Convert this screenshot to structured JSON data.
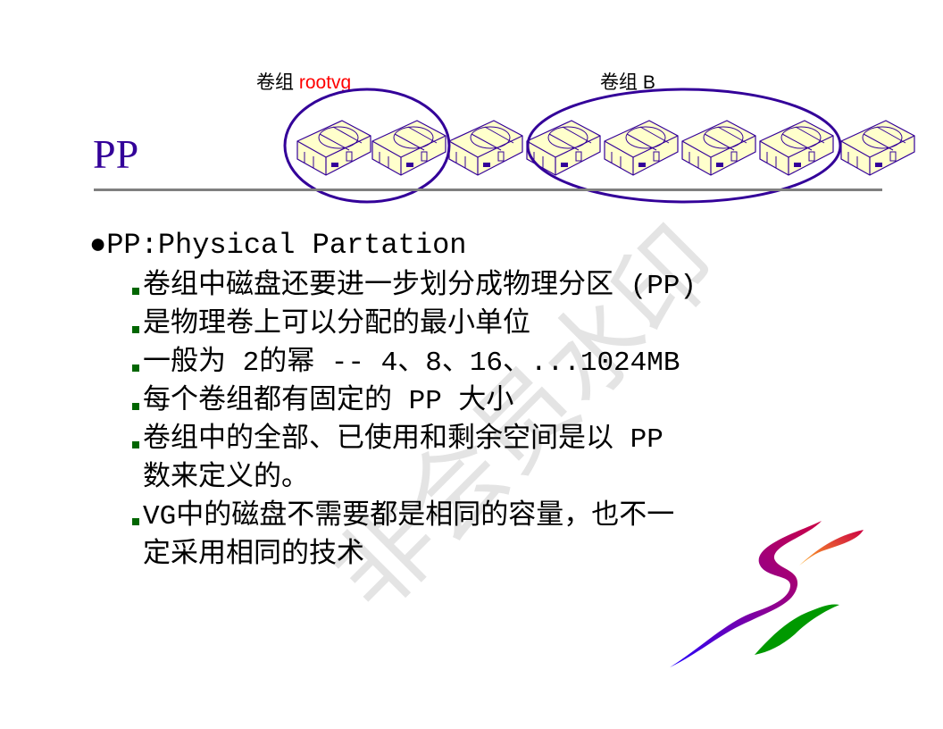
{
  "header": {
    "vg1_prefix": "卷组",
    "vg1_name": "rootvg",
    "vg2_prefix": "卷组",
    "vg2_name": "B",
    "disk_count": 8,
    "title": "PP"
  },
  "main_bullet": "●PP:Physical Partation",
  "sub_items": [
    {
      "text": "卷组中磁盘还要进一步划分成物理分区 (PP)"
    },
    {
      "text": "是物理卷上可以分配的最小单位"
    },
    {
      "text": "一般为 2的幂 -- 4、8、16、...1024MB"
    },
    {
      "text": "每个卷组都有固定的 PP 大小"
    },
    {
      "text": "卷组中的全部、已使用和剩余空间是以 PP",
      "cont": "数来定义的。"
    },
    {
      "text": "VG中的磁盘不需要都是相同的容量，也不一",
      "cont": "定采用相同的技术"
    }
  ],
  "watermark": "非会员水印",
  "colors": {
    "title": "#330099",
    "bullet": "#006600",
    "disk_fill": "#ffffcc",
    "accent_red": "#ff0000"
  }
}
